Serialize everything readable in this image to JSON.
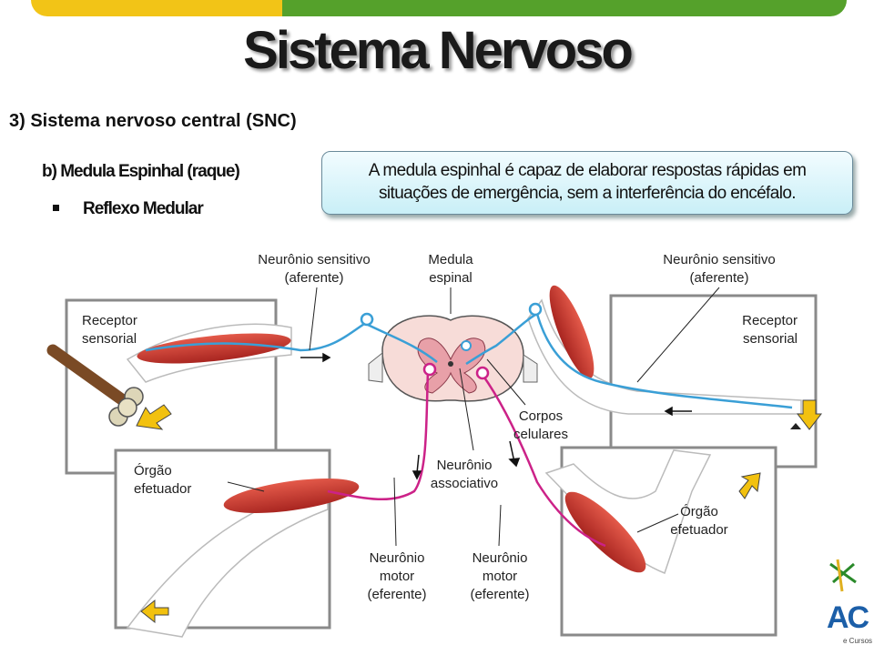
{
  "slide": {
    "title": "Sistema Nervoso",
    "section": "3) Sistema nervoso central (SNC)",
    "subsection": "b)  Medula Espinhal (raque)",
    "bullet": "Reflexo Medular",
    "callout_line1": "A medula espinhal é capaz de elaborar respostas rápidas em",
    "callout_line2": "situações de emergência, sem a interferência do encéfalo."
  },
  "diagram": {
    "labels": {
      "sensory_left_1": "Neurônio sensitivo",
      "sensory_left_2": "(aferente)",
      "medula_1": "Medula",
      "medula_2": "espinal",
      "sensory_right_1": "Neurônio sensitivo",
      "sensory_right_2": "(aferente)",
      "receptor_left_1": "Receptor",
      "receptor_left_2": "sensorial",
      "receptor_right_1": "Receptor",
      "receptor_right_2": "sensorial",
      "corpos_1": "Corpos",
      "corpos_2": "celulares",
      "orgao_left_1": "Órgão",
      "orgao_left_2": "efetuador",
      "associativo_1": "Neurônio",
      "associativo_2": "associativo",
      "orgao_right_1": "Órgão",
      "orgao_right_2": "efetuador",
      "motor_left_1": "Neurônio",
      "motor_left_2": "motor",
      "motor_left_3": "(eferente)",
      "motor_right_1": "Neurônio",
      "motor_right_2": "motor",
      "motor_right_3": "(eferente)"
    }
  },
  "logo": {
    "text": "AC",
    "small": "e Cursos"
  },
  "colors": {
    "yellow": "#f2c417",
    "green": "#55a12b",
    "sensory": "#3a9fd6",
    "motor": "#cc2288",
    "muscle": "#c8302a",
    "arrow": "#f2c10f"
  }
}
